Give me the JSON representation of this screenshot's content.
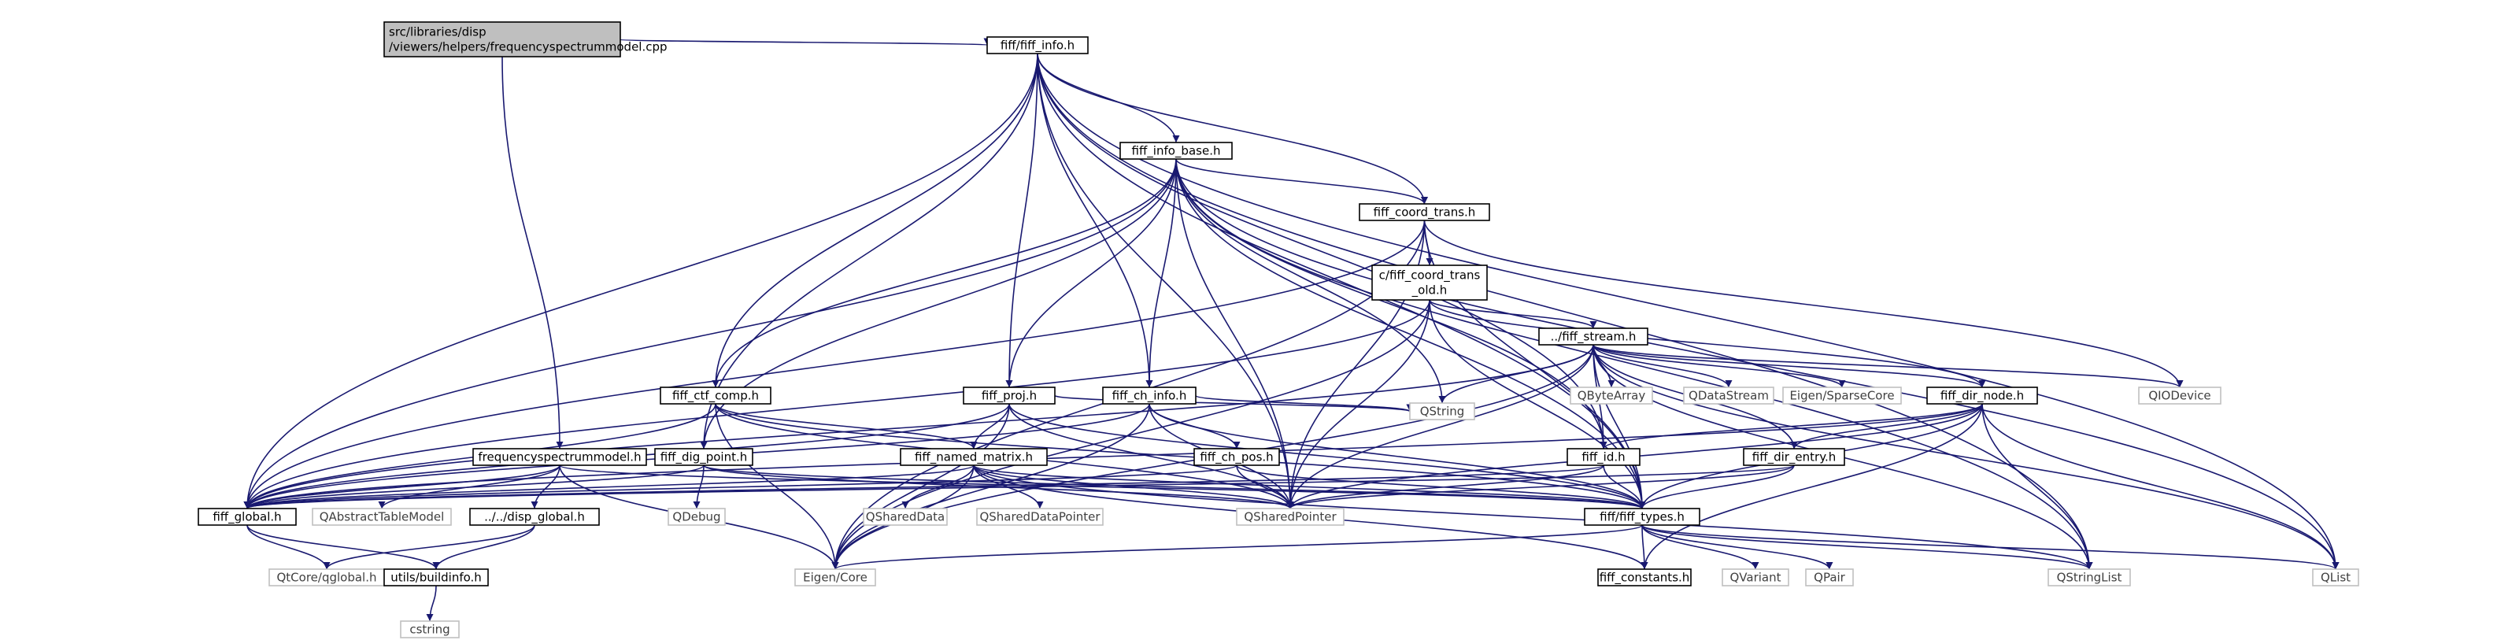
{
  "diagram": {
    "nodes": [
      {
        "id": "root",
        "lines": [
          "src/libraries/disp",
          "/viewers/helpers/frequencyspectrummodel.cpp"
        ],
        "kind": "root"
      },
      {
        "id": "fiff_info",
        "lines": [
          "fiff/fiff_info.h"
        ],
        "kind": "defined"
      },
      {
        "id": "fiff_info_base",
        "lines": [
          "fiff_info_base.h"
        ],
        "kind": "defined"
      },
      {
        "id": "fiff_coord_trans",
        "lines": [
          "fiff_coord_trans.h"
        ],
        "kind": "defined"
      },
      {
        "id": "c_fiff_coord_trans_old",
        "lines": [
          "c/fiff_coord_trans",
          "_old.h"
        ],
        "kind": "defined"
      },
      {
        "id": "fiff_stream",
        "lines": [
          "../fiff_stream.h"
        ],
        "kind": "defined"
      },
      {
        "id": "QByteArray",
        "lines": [
          "QByteArray"
        ],
        "kind": "external"
      },
      {
        "id": "QDataStream",
        "lines": [
          "QDataStream"
        ],
        "kind": "external"
      },
      {
        "id": "EigenSparseCore",
        "lines": [
          "Eigen/SparseCore"
        ],
        "kind": "external"
      },
      {
        "id": "fiff_dir_node",
        "lines": [
          "fiff_dir_node.h"
        ],
        "kind": "defined"
      },
      {
        "id": "QIODevice",
        "lines": [
          "QIODevice"
        ],
        "kind": "external"
      },
      {
        "id": "fiff_ctf_comp",
        "lines": [
          "fiff_ctf_comp.h"
        ],
        "kind": "defined"
      },
      {
        "id": "fiff_proj",
        "lines": [
          "fiff_proj.h"
        ],
        "kind": "defined"
      },
      {
        "id": "fiff_ch_info",
        "lines": [
          "fiff_ch_info.h"
        ],
        "kind": "defined"
      },
      {
        "id": "QString",
        "lines": [
          "QString"
        ],
        "kind": "external"
      },
      {
        "id": "fiff_id",
        "lines": [
          "fiff_id.h"
        ],
        "kind": "defined"
      },
      {
        "id": "fiff_dir_entry",
        "lines": [
          "fiff_dir_entry.h"
        ],
        "kind": "defined"
      },
      {
        "id": "freqmodel_h",
        "lines": [
          "frequencyspectrummodel.h"
        ],
        "kind": "defined"
      },
      {
        "id": "fiff_dig_point",
        "lines": [
          "fiff_dig_point.h"
        ],
        "kind": "defined"
      },
      {
        "id": "fiff_named_matrix",
        "lines": [
          "fiff_named_matrix.h"
        ],
        "kind": "defined"
      },
      {
        "id": "fiff_ch_pos",
        "lines": [
          "fiff_ch_pos.h"
        ],
        "kind": "defined"
      },
      {
        "id": "fiff_global",
        "lines": [
          "fiff_global.h"
        ],
        "kind": "defined"
      },
      {
        "id": "QAbstractTableModel",
        "lines": [
          "QAbstractTableModel"
        ],
        "kind": "external"
      },
      {
        "id": "disp_global",
        "lines": [
          "../../disp_global.h"
        ],
        "kind": "defined"
      },
      {
        "id": "QDebug",
        "lines": [
          "QDebug"
        ],
        "kind": "external"
      },
      {
        "id": "QSharedData",
        "lines": [
          "QSharedData"
        ],
        "kind": "external"
      },
      {
        "id": "QSharedDataPointer",
        "lines": [
          "QSharedDataPointer"
        ],
        "kind": "external"
      },
      {
        "id": "QSharedPointer",
        "lines": [
          "QSharedPointer"
        ],
        "kind": "external"
      },
      {
        "id": "fiff_types",
        "lines": [
          "fiff/fiff_types.h"
        ],
        "kind": "defined"
      },
      {
        "id": "QtCore_qglobal",
        "lines": [
          "QtCore/qglobal.h"
        ],
        "kind": "external"
      },
      {
        "id": "utils_buildinfo",
        "lines": [
          "utils/buildinfo.h"
        ],
        "kind": "defined"
      },
      {
        "id": "Eigen_Core",
        "lines": [
          "Eigen/Core"
        ],
        "kind": "external"
      },
      {
        "id": "fiff_constants",
        "lines": [
          "fiff_constants.h"
        ],
        "kind": "defined"
      },
      {
        "id": "QVariant",
        "lines": [
          "QVariant"
        ],
        "kind": "external"
      },
      {
        "id": "QPair",
        "lines": [
          "QPair"
        ],
        "kind": "external"
      },
      {
        "id": "QStringList",
        "lines": [
          "QStringList"
        ],
        "kind": "external"
      },
      {
        "id": "QList",
        "lines": [
          "QList"
        ],
        "kind": "external"
      },
      {
        "id": "cstring",
        "lines": [
          "cstring"
        ],
        "kind": "external"
      }
    ],
    "edges": [
      [
        "root",
        "fiff_info"
      ],
      [
        "root",
        "freqmodel_h"
      ],
      [
        "fiff_info",
        "fiff_info_base"
      ],
      [
        "fiff_info",
        "fiff_coord_trans"
      ],
      [
        "fiff_info",
        "fiff_ctf_comp"
      ],
      [
        "fiff_info",
        "fiff_proj"
      ],
      [
        "fiff_info",
        "fiff_ch_info"
      ],
      [
        "fiff_info",
        "fiff_dig_point"
      ],
      [
        "fiff_info",
        "fiff_global"
      ],
      [
        "fiff_info",
        "fiff_id"
      ],
      [
        "fiff_info",
        "QSharedPointer"
      ],
      [
        "fiff_info",
        "fiff_types"
      ],
      [
        "fiff_info",
        "QStringList"
      ],
      [
        "fiff_info",
        "QList"
      ],
      [
        "fiff_info_base",
        "fiff_coord_trans"
      ],
      [
        "fiff_info_base",
        "fiff_ctf_comp"
      ],
      [
        "fiff_info_base",
        "fiff_proj"
      ],
      [
        "fiff_info_base",
        "fiff_ch_info"
      ],
      [
        "fiff_info_base",
        "fiff_dig_point"
      ],
      [
        "fiff_info_base",
        "fiff_global"
      ],
      [
        "fiff_info_base",
        "fiff_id"
      ],
      [
        "fiff_info_base",
        "QString"
      ],
      [
        "fiff_info_base",
        "QSharedPointer"
      ],
      [
        "fiff_info_base",
        "fiff_types"
      ],
      [
        "fiff_info_base",
        "QStringList"
      ],
      [
        "fiff_info_base",
        "QList"
      ],
      [
        "fiff_coord_trans",
        "c_fiff_coord_trans_old"
      ],
      [
        "fiff_coord_trans",
        "fiff_global"
      ],
      [
        "fiff_coord_trans",
        "Eigen_Core"
      ],
      [
        "fiff_coord_trans",
        "QIODevice"
      ],
      [
        "fiff_coord_trans",
        "fiff_types"
      ],
      [
        "fiff_coord_trans",
        "QSharedPointer"
      ],
      [
        "c_fiff_coord_trans_old",
        "fiff_stream"
      ],
      [
        "c_fiff_coord_trans_old",
        "fiff_dir_node"
      ],
      [
        "c_fiff_coord_trans_old",
        "fiff_global"
      ],
      [
        "c_fiff_coord_trans_old",
        "Eigen_Core"
      ],
      [
        "c_fiff_coord_trans_old",
        "fiff_types"
      ],
      [
        "c_fiff_coord_trans_old",
        "QSharedPointer"
      ],
      [
        "fiff_stream",
        "QByteArray"
      ],
      [
        "fiff_stream",
        "QDataStream"
      ],
      [
        "fiff_stream",
        "EigenSparseCore"
      ],
      [
        "fiff_stream",
        "fiff_dir_node"
      ],
      [
        "fiff_stream",
        "QIODevice"
      ],
      [
        "fiff_stream",
        "fiff_global"
      ],
      [
        "fiff_stream",
        "QString"
      ],
      [
        "fiff_stream",
        "fiff_id"
      ],
      [
        "fiff_stream",
        "fiff_dir_entry"
      ],
      [
        "fiff_stream",
        "fiff_types"
      ],
      [
        "fiff_stream",
        "QSharedPointer"
      ],
      [
        "fiff_stream",
        "QStringList"
      ],
      [
        "fiff_stream",
        "QList"
      ],
      [
        "fiff_stream",
        "Eigen_Core"
      ],
      [
        "fiff_dir_node",
        "fiff_id"
      ],
      [
        "fiff_dir_node",
        "fiff_dir_entry"
      ],
      [
        "fiff_dir_node",
        "fiff_global"
      ],
      [
        "fiff_dir_node",
        "fiff_types"
      ],
      [
        "fiff_dir_node",
        "QSharedPointer"
      ],
      [
        "fiff_dir_node",
        "QStringList"
      ],
      [
        "fiff_dir_node",
        "QList"
      ],
      [
        "fiff_dir_node",
        "fiff_constants"
      ],
      [
        "fiff_ctf_comp",
        "fiff_named_matrix"
      ],
      [
        "fiff_ctf_comp",
        "fiff_global"
      ],
      [
        "fiff_ctf_comp",
        "Eigen_Core"
      ],
      [
        "fiff_ctf_comp",
        "fiff_types"
      ],
      [
        "fiff_ctf_comp",
        "QSharedPointer"
      ],
      [
        "fiff_proj",
        "fiff_named_matrix"
      ],
      [
        "fiff_proj",
        "fiff_global"
      ],
      [
        "fiff_proj",
        "Eigen_Core"
      ],
      [
        "fiff_proj",
        "fiff_types"
      ],
      [
        "fiff_proj",
        "QSharedPointer"
      ],
      [
        "fiff_proj",
        "QString"
      ],
      [
        "fiff_ch_info",
        "fiff_ch_pos"
      ],
      [
        "fiff_ch_info",
        "fiff_global"
      ],
      [
        "fiff_ch_info",
        "QString"
      ],
      [
        "fiff_ch_info",
        "fiff_types"
      ],
      [
        "fiff_ch_info",
        "QSharedPointer"
      ],
      [
        "fiff_ch_info",
        "Eigen_Core"
      ],
      [
        "fiff_id",
        "fiff_global"
      ],
      [
        "fiff_id",
        "fiff_types"
      ],
      [
        "fiff_id",
        "QSharedPointer"
      ],
      [
        "fiff_dir_entry",
        "fiff_types"
      ],
      [
        "fiff_dir_entry",
        "QSharedPointer"
      ],
      [
        "fiff_dir_entry",
        "fiff_global"
      ],
      [
        "freqmodel_h",
        "fiff_global"
      ],
      [
        "freqmodel_h",
        "QAbstractTableModel"
      ],
      [
        "freqmodel_h",
        "disp_global"
      ],
      [
        "freqmodel_h",
        "Eigen_Core"
      ],
      [
        "freqmodel_h",
        "fiff_types"
      ],
      [
        "fiff_dig_point",
        "fiff_global"
      ],
      [
        "fiff_dig_point",
        "QDebug"
      ],
      [
        "fiff_dig_point",
        "fiff_types"
      ],
      [
        "fiff_dig_point",
        "QSharedPointer"
      ],
      [
        "fiff_named_matrix",
        "fiff_global"
      ],
      [
        "fiff_named_matrix",
        "QSharedData"
      ],
      [
        "fiff_named_matrix",
        "QSharedDataPointer"
      ],
      [
        "fiff_named_matrix",
        "QSharedPointer"
      ],
      [
        "fiff_named_matrix",
        "fiff_types"
      ],
      [
        "fiff_named_matrix",
        "Eigen_Core"
      ],
      [
        "fiff_named_matrix",
        "QStringList"
      ],
      [
        "fiff_named_matrix",
        "fiff_constants"
      ],
      [
        "fiff_ch_pos",
        "fiff_global"
      ],
      [
        "fiff_ch_pos",
        "fiff_types"
      ],
      [
        "fiff_ch_pos",
        "QSharedPointer"
      ],
      [
        "fiff_global",
        "QtCore_qglobal"
      ],
      [
        "fiff_global",
        "utils_buildinfo"
      ],
      [
        "disp_global",
        "QtCore_qglobal"
      ],
      [
        "disp_global",
        "utils_buildinfo"
      ],
      [
        "utils_buildinfo",
        "cstring"
      ],
      [
        "fiff_types",
        "Eigen_Core"
      ],
      [
        "fiff_types",
        "fiff_constants"
      ],
      [
        "fiff_types",
        "QVariant"
      ],
      [
        "fiff_types",
        "QPair"
      ],
      [
        "fiff_types",
        "QStringList"
      ],
      [
        "fiff_types",
        "QList"
      ]
    ]
  }
}
